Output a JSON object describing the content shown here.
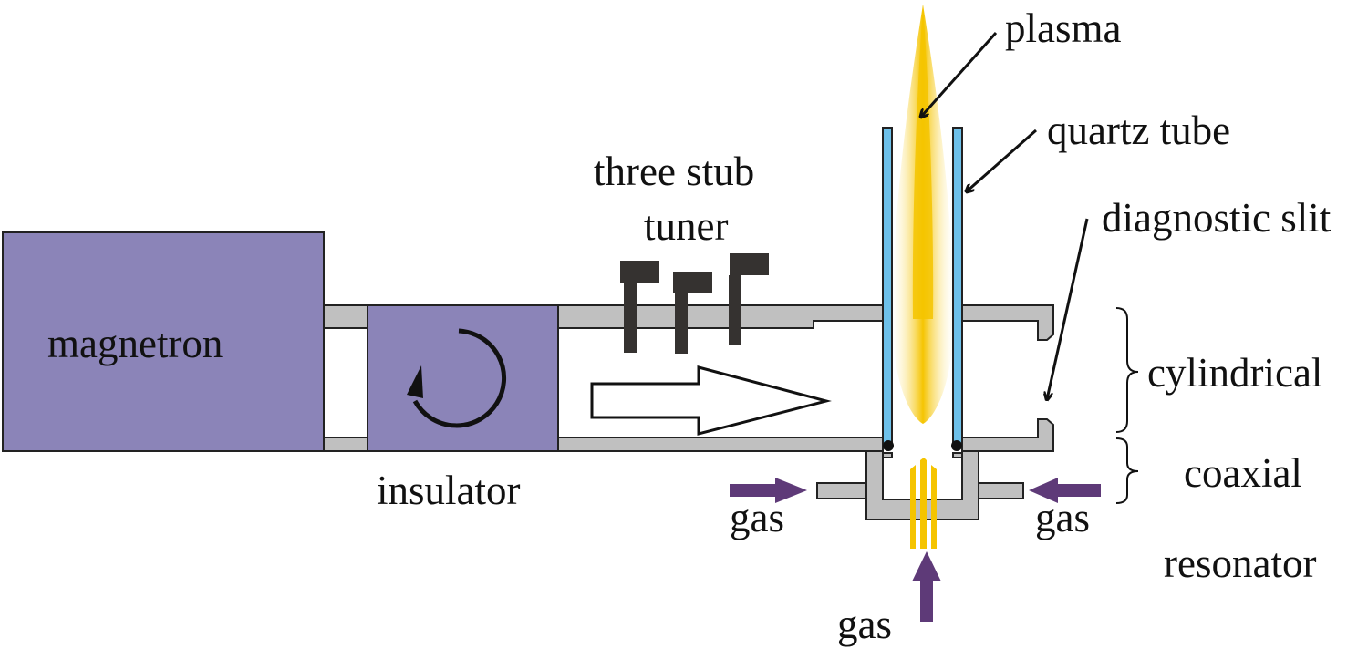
{
  "labels": {
    "magnetron": "magnetron",
    "insulator": "insulator",
    "tuner_line1": "three stub",
    "tuner_line2": "tuner",
    "plasma": "plasma",
    "quartz_tube": "quartz tube",
    "diagnostic_slit": "diagnostic slit",
    "cylindrical": "cylindrical",
    "coaxial": "coaxial",
    "resonator": "resonator",
    "gas_left": "gas",
    "gas_right": "gas",
    "gas_bottom": "gas"
  },
  "colors": {
    "component_purple": "#8b84b8",
    "gas_arrow": "#5e3a78",
    "wall_gray": "#c0c0c0",
    "quartz_blue": "#6ec1ea",
    "plasma_yellow": "#f5c400",
    "stub_dark": "#353230"
  }
}
